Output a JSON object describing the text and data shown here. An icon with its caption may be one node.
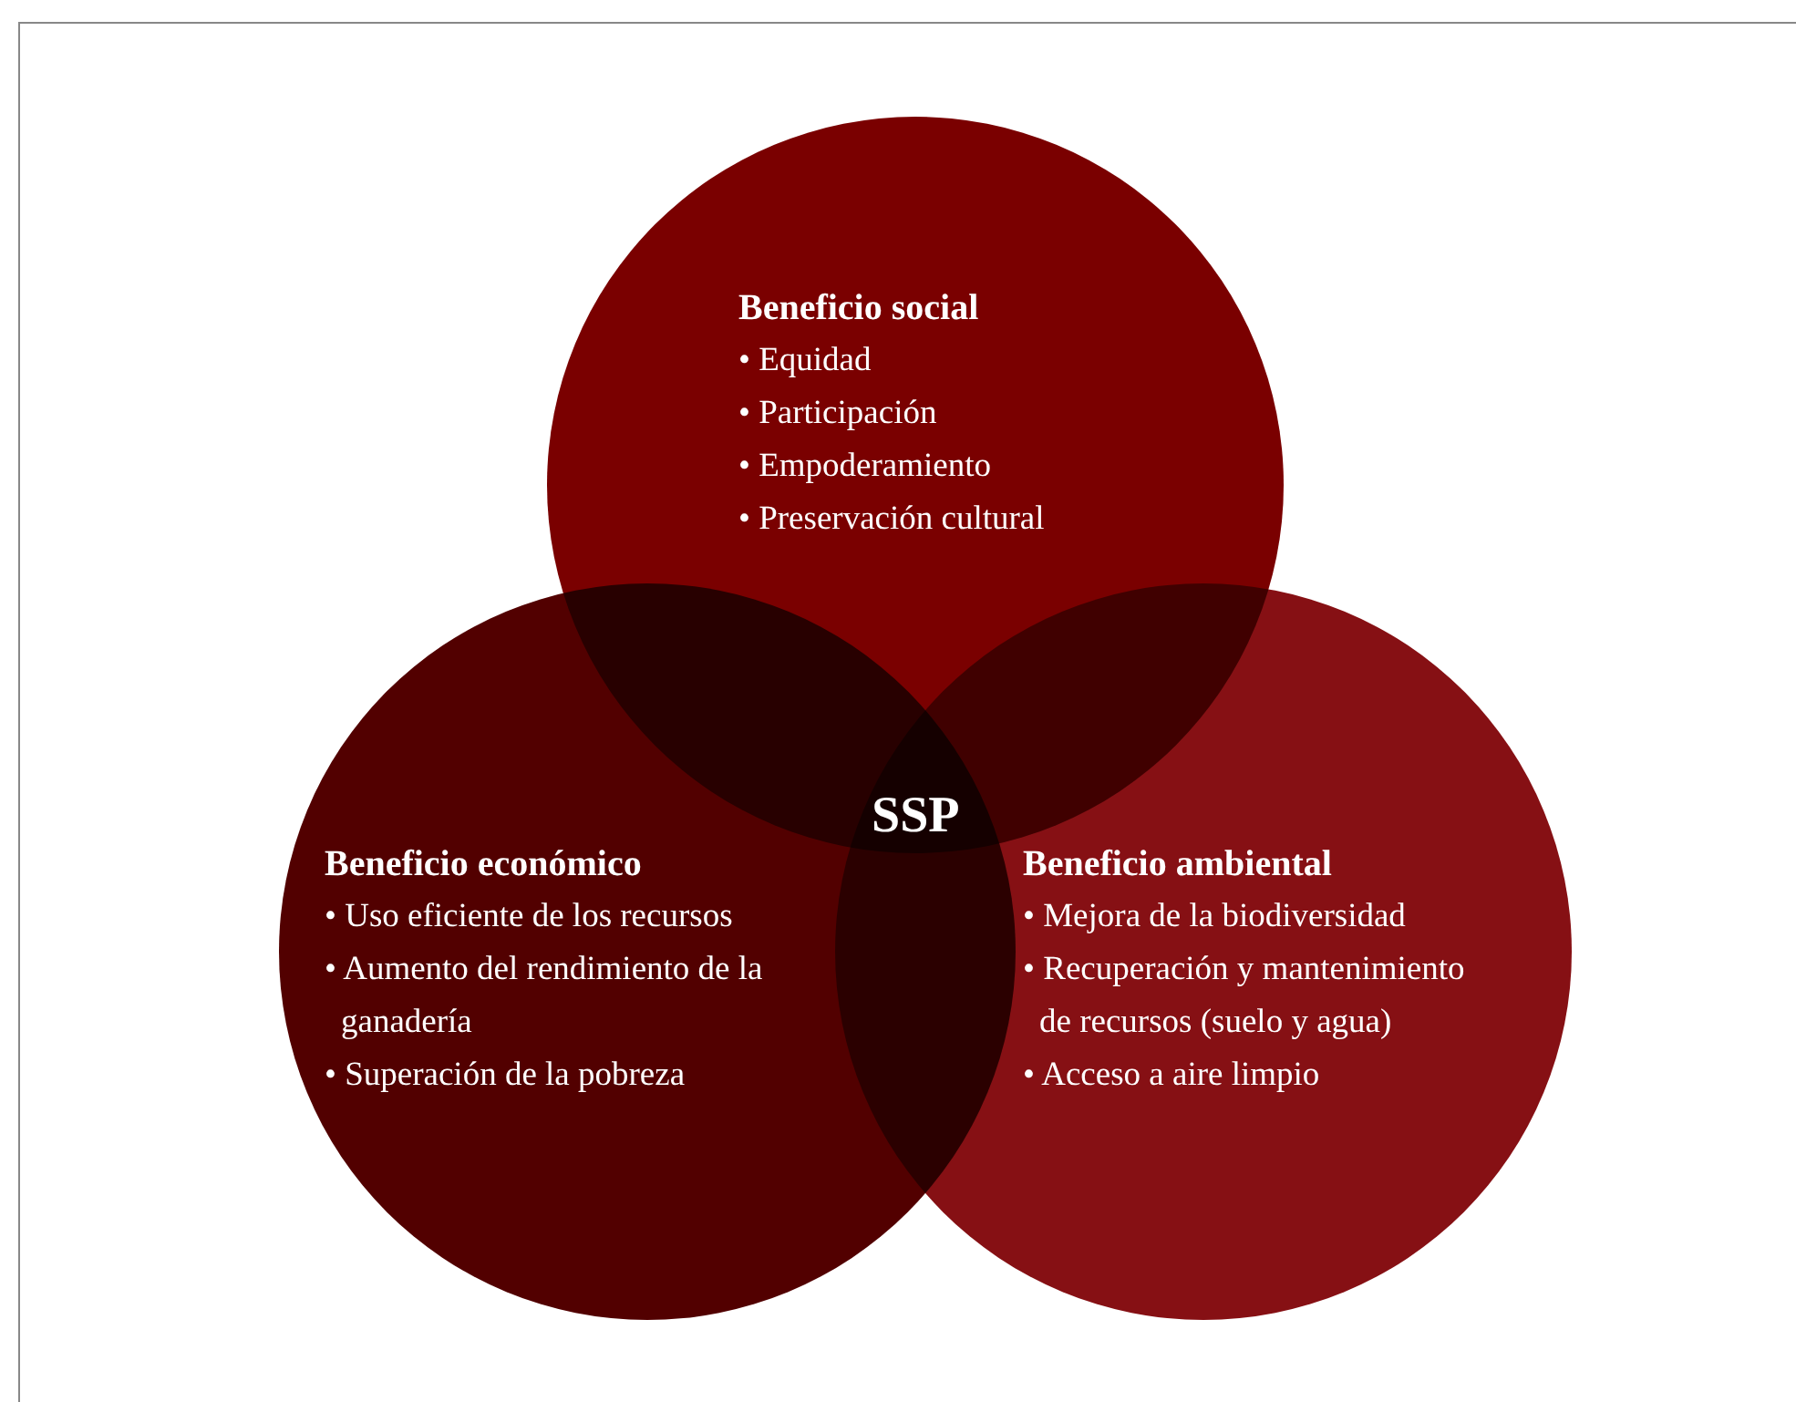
{
  "diagram": {
    "nodes": [
      {
        "text": [
          "Beneficio social",
          "• Equidad",
          "• Participación",
          "• Empoderamiento",
          "• Preservación cultural"
        ]
      },
      {
        "text": [
          "Beneficio económico",
          "• Uso eficiente de los recursos",
          "• Aumento del rendimiento de la ganadería",
          "• Superación de la pobreza"
        ]
      },
      {
        "text": [
          "Beneficio ambiental",
          "• Mejora de la biodiversidad",
          "• Recuperación y mantenimiento de recursos (suelo y agua)",
          "• Acceso a aire limpio"
        ]
      }
    ],
    "edges": [],
    "labels": [
      "SSP"
    ]
  }
}
